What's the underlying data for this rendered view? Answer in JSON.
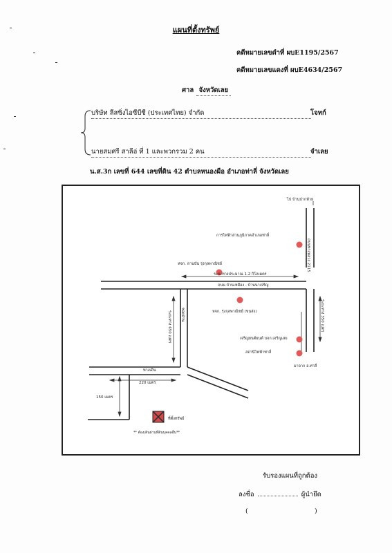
{
  "document": {
    "title": "แผนที่ตั้งทรัพย์",
    "black_case": "คดีหมายเลขดำที่  ผบE1195/2567",
    "red_case": "คดีหมายเลขแดงที่ ผบE4634/2567",
    "court_label": "ศาล",
    "court_name": "จังหวัดเลย",
    "plaintiff": "บริษัท  ลีสซิ่งไอซีบีซี (ประเทศไทย) จำกัด",
    "plaintiff_role": "โจทก์",
    "defendant": "นายสมศรี  สาลีอ่  ที่ 1 และพวกรวม  2  คน",
    "defendant_role": "จำเลย",
    "deed_line": "น.ส.3ก เลขที่     644 เลขที่ดิน 42  ตำบลหนองผือ อำเภอท่าลี่  จังหวัดเลย"
  },
  "map": {
    "labels": {
      "to_north": "ไป บ้านปากห้วย",
      "main_road": "ถนนทางหลวง 2115",
      "electric_office": "การไฟฟ้าส่วนภูมิภาคอำเภอท่าลี่",
      "shop1": "หจก. ลานบัน รุ่งกุลพาณิชย์",
      "distance": "ระยะทางประมาณ   1.2  กิโลเมตร",
      "cross_road": "ถนน บ้านเหมือง - บ้านนาเจริญ",
      "shop2": "หจก. รุ่งกุลพาณิชย์ (ขนส่ง)",
      "shop3": "เจริญยนต์ยนต์ บจก.เจริญเลย",
      "station": "สถานีไฟฟ้าท่าลี่",
      "from_south": "มาจาก อ.ท่าลี่",
      "left_dist": "ระยะทาง 650 เมตร",
      "lane": "ซอยบ้าน",
      "right_dist": "ระยะทาง 350 เมตร",
      "junction": "ทางเดิน",
      "dist_220": "220  เมตร",
      "dist_150": "150  เมตร",
      "property": "ที่ตั้งทรัพย์",
      "note": "** ต้องเดินผ่านที่ดินบุคคลอื่น**"
    },
    "colors": {
      "marker": "#e05a5a",
      "property_box": "#cf4a4a",
      "property_cross": "#2b2b2b"
    }
  },
  "signature": {
    "certify": "รับรองแผนที่ถูกต้อง",
    "sign_label": "ลงชื่อ",
    "signer_role": "ผู้นำยึด",
    "paren_open": "(",
    "paren_close": ")"
  }
}
